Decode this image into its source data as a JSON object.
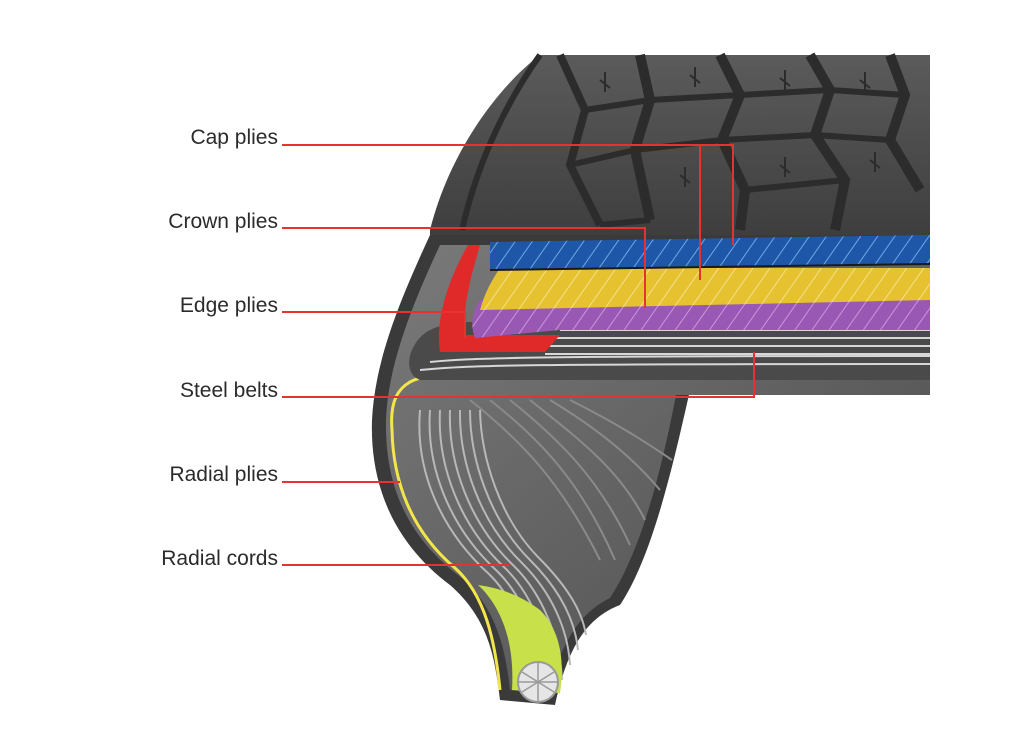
{
  "labels": {
    "cap_plies": "Cap plies",
    "crown_plies": "Crown plies",
    "edge_plies": "Edge plies",
    "steel_belts": "Steel belts",
    "radial_plies": "Radial plies",
    "radial_cords": "Radial cords"
  },
  "colors": {
    "leader_line": "#e8322f",
    "cap_plies": "#1f57a8",
    "crown_plies": "#e6c231",
    "edge_plies": "#9a58b5",
    "edge_red": "#e02a2a",
    "radial_ply": "#f2e64a",
    "bead_filler": "#c8e04a",
    "rubber_dark": "#3a3a3a",
    "rubber_mid": "#6d6d6d",
    "steel": "#bdbdbd"
  }
}
